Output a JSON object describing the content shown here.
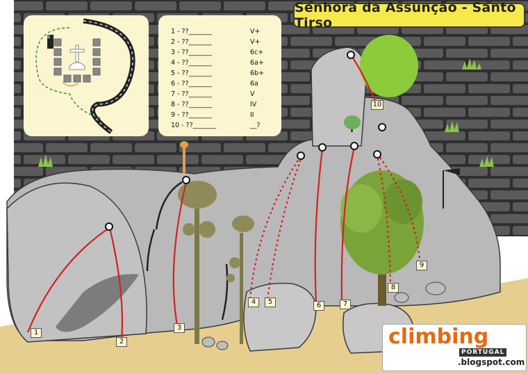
{
  "title": "Senhora da Assunção - Santo Tirso",
  "legend": {
    "routes": [
      {
        "number": "1",
        "name": "1 - ??_______",
        "grade": "V+"
      },
      {
        "number": "2",
        "name": "2 - ??_______",
        "grade": "V+"
      },
      {
        "number": "3",
        "name": "3 - ??_______",
        "grade": "6c+"
      },
      {
        "number": "4",
        "name": "4 - ??_______",
        "grade": "6a+"
      },
      {
        "number": "5",
        "name": "5 - ??_______",
        "grade": "6b+"
      },
      {
        "number": "6",
        "name": "6 - ??_______",
        "grade": "6a"
      },
      {
        "number": "7",
        "name": "7 - ??_______",
        "grade": "V"
      },
      {
        "number": "8",
        "name": "8 - ??_______",
        "grade": "IV"
      },
      {
        "number": "9",
        "name": "9 - ??_______",
        "grade": "II"
      },
      {
        "number": "10",
        "name": "10 - ??_______",
        "grade": "__?"
      }
    ]
  },
  "map_label": "WC",
  "logo": {
    "word": "climbing",
    "sub": "PORTUGAL",
    "domain": ".blogspot.com"
  },
  "colors": {
    "title_bg": "#f6e94a",
    "card_bg": "#fbf6cf",
    "rock": "#b9b9b9",
    "route": "#d42020",
    "brick": "#4a4a4a",
    "logo_orange": "#e46a12"
  }
}
